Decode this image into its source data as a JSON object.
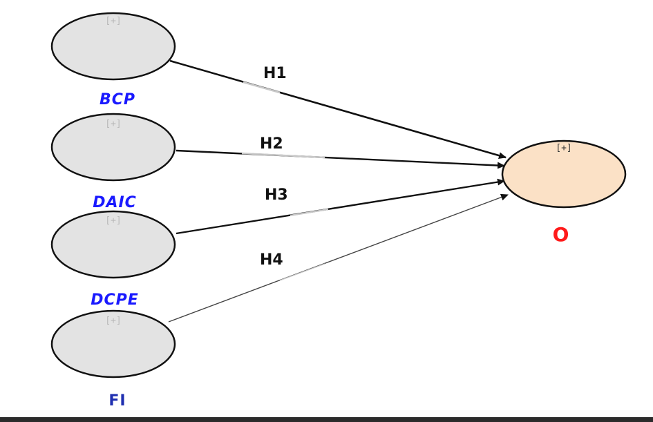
{
  "nodes": {
    "bcp": {
      "label": "BCP",
      "expand": "[+]"
    },
    "daic": {
      "label": "DAIC",
      "expand": "[+]"
    },
    "dcpe": {
      "label": "DCPE",
      "expand": "[+]"
    },
    "fi": {
      "label": "FI",
      "expand": "[+]"
    },
    "o": {
      "label": "O",
      "expand": "[+]"
    }
  },
  "paths": {
    "h1": "H1",
    "h2": "H2",
    "h3": "H3",
    "h4": "H4"
  },
  "colors": {
    "predictor_fill": "#e3e3e3",
    "outcome_fill": "#fbe1c6",
    "predictor_label": "#1a1aff",
    "outcome_label": "#ff1a1a",
    "edge": "#111111"
  }
}
